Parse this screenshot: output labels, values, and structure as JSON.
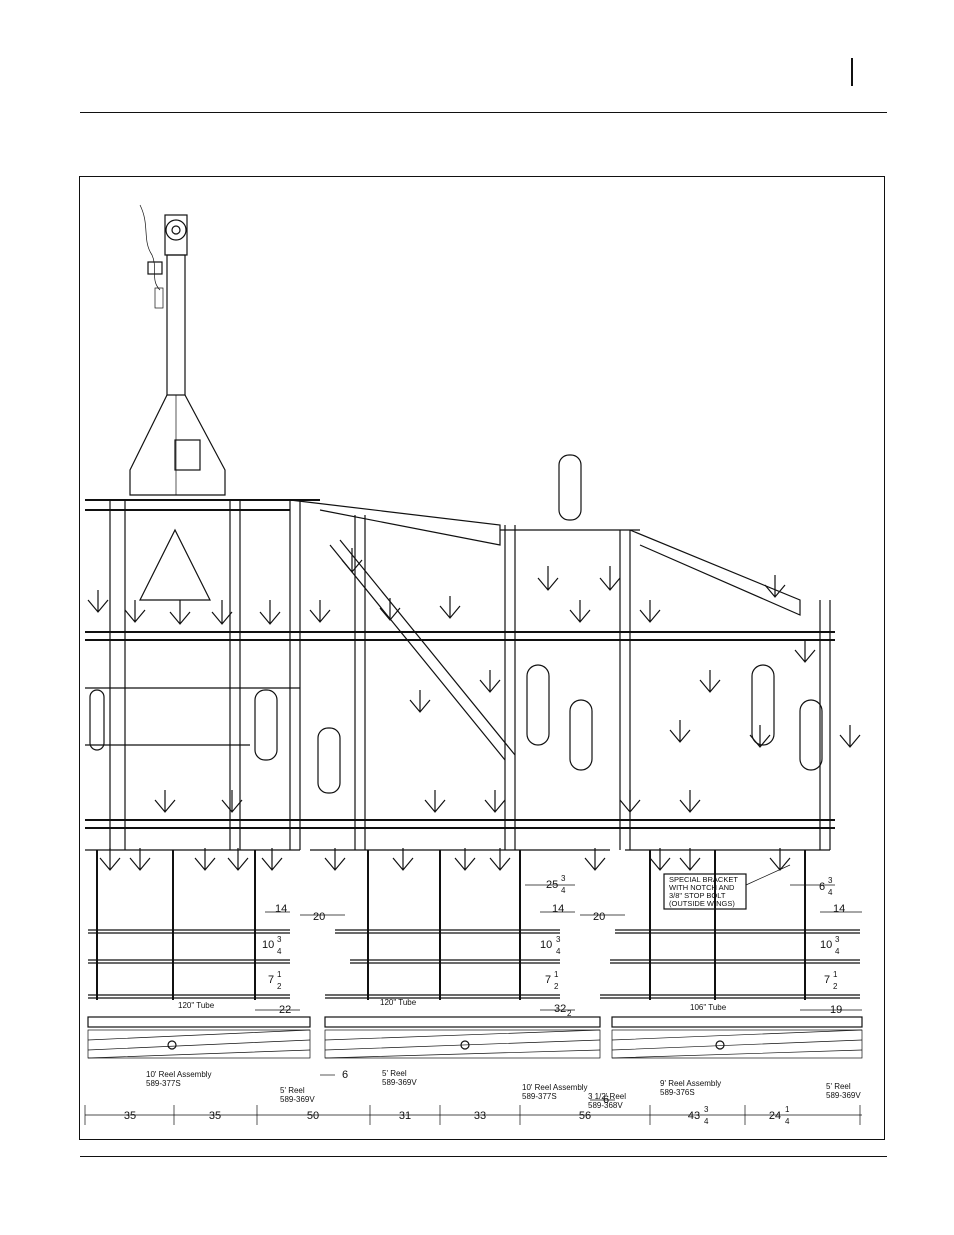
{
  "page": {
    "header_rule": true,
    "footer_rule": true
  },
  "diagram": {
    "labels": {
      "tube_120_left": "120\" Tube",
      "tube_120_mid": "120\" Tube",
      "tube_106": "106\" Tube",
      "reel_10_left": "10' Reel Assembly",
      "reel_10_left_pn": "589-377S",
      "reel_5_left": "5' Reel",
      "reel_5_left_pn": "589-369V",
      "reel_5_mid": "5' Reel",
      "reel_5_mid_pn": "589-369V",
      "reel_10_mid": "10' Reel Assembly",
      "reel_10_mid_pn": "589-377S",
      "reel_3h": "3 1/2' Reel",
      "reel_3h_pn": "589-368V",
      "reel_9": "9' Reel Assembly",
      "reel_9_pn": "589-376S",
      "reel_5_right": "5' Reel",
      "reel_5_right_pn": "589-369V",
      "special_bracket": [
        "SPECIAL BRACKET",
        "WITH NOTCH AND",
        "3/8\" STOP BOLT",
        "(OUTSIDE WINGS)"
      ]
    },
    "dims": {
      "d14_left": "14",
      "d20_left": "20",
      "d10_left": "10",
      "d10_left_frac": [
        "3",
        "4"
      ],
      "d7_left": "7",
      "d7_left_frac": [
        "1",
        "2"
      ],
      "d22": "22",
      "d6_left": "6",
      "d25": "25",
      "d25_frac": [
        "3",
        "4"
      ],
      "d14_mid": "14",
      "d20_mid": "20",
      "d10_mid": "10",
      "d10_mid_frac": [
        "3",
        "4"
      ],
      "d7_mid": "7",
      "d7_mid_frac": [
        "1",
        "2"
      ],
      "d32": "32",
      "d32_frac": "2",
      "d6_mid": "6",
      "d6_right": "6",
      "d6_right_frac": [
        "3",
        "4"
      ],
      "d14_right": "14",
      "d10_right": "10",
      "d10_right_frac": [
        "3",
        "4"
      ],
      "d7_right": "7",
      "d7_right_frac": [
        "1",
        "2"
      ],
      "d19": "19"
    },
    "bottom_dims": [
      "35",
      "35",
      "50",
      "31",
      "33",
      "56",
      "43",
      "24"
    ],
    "bottom_fracs": {
      "f43": [
        "3",
        "4"
      ],
      "f24": [
        "1",
        "4"
      ]
    }
  }
}
